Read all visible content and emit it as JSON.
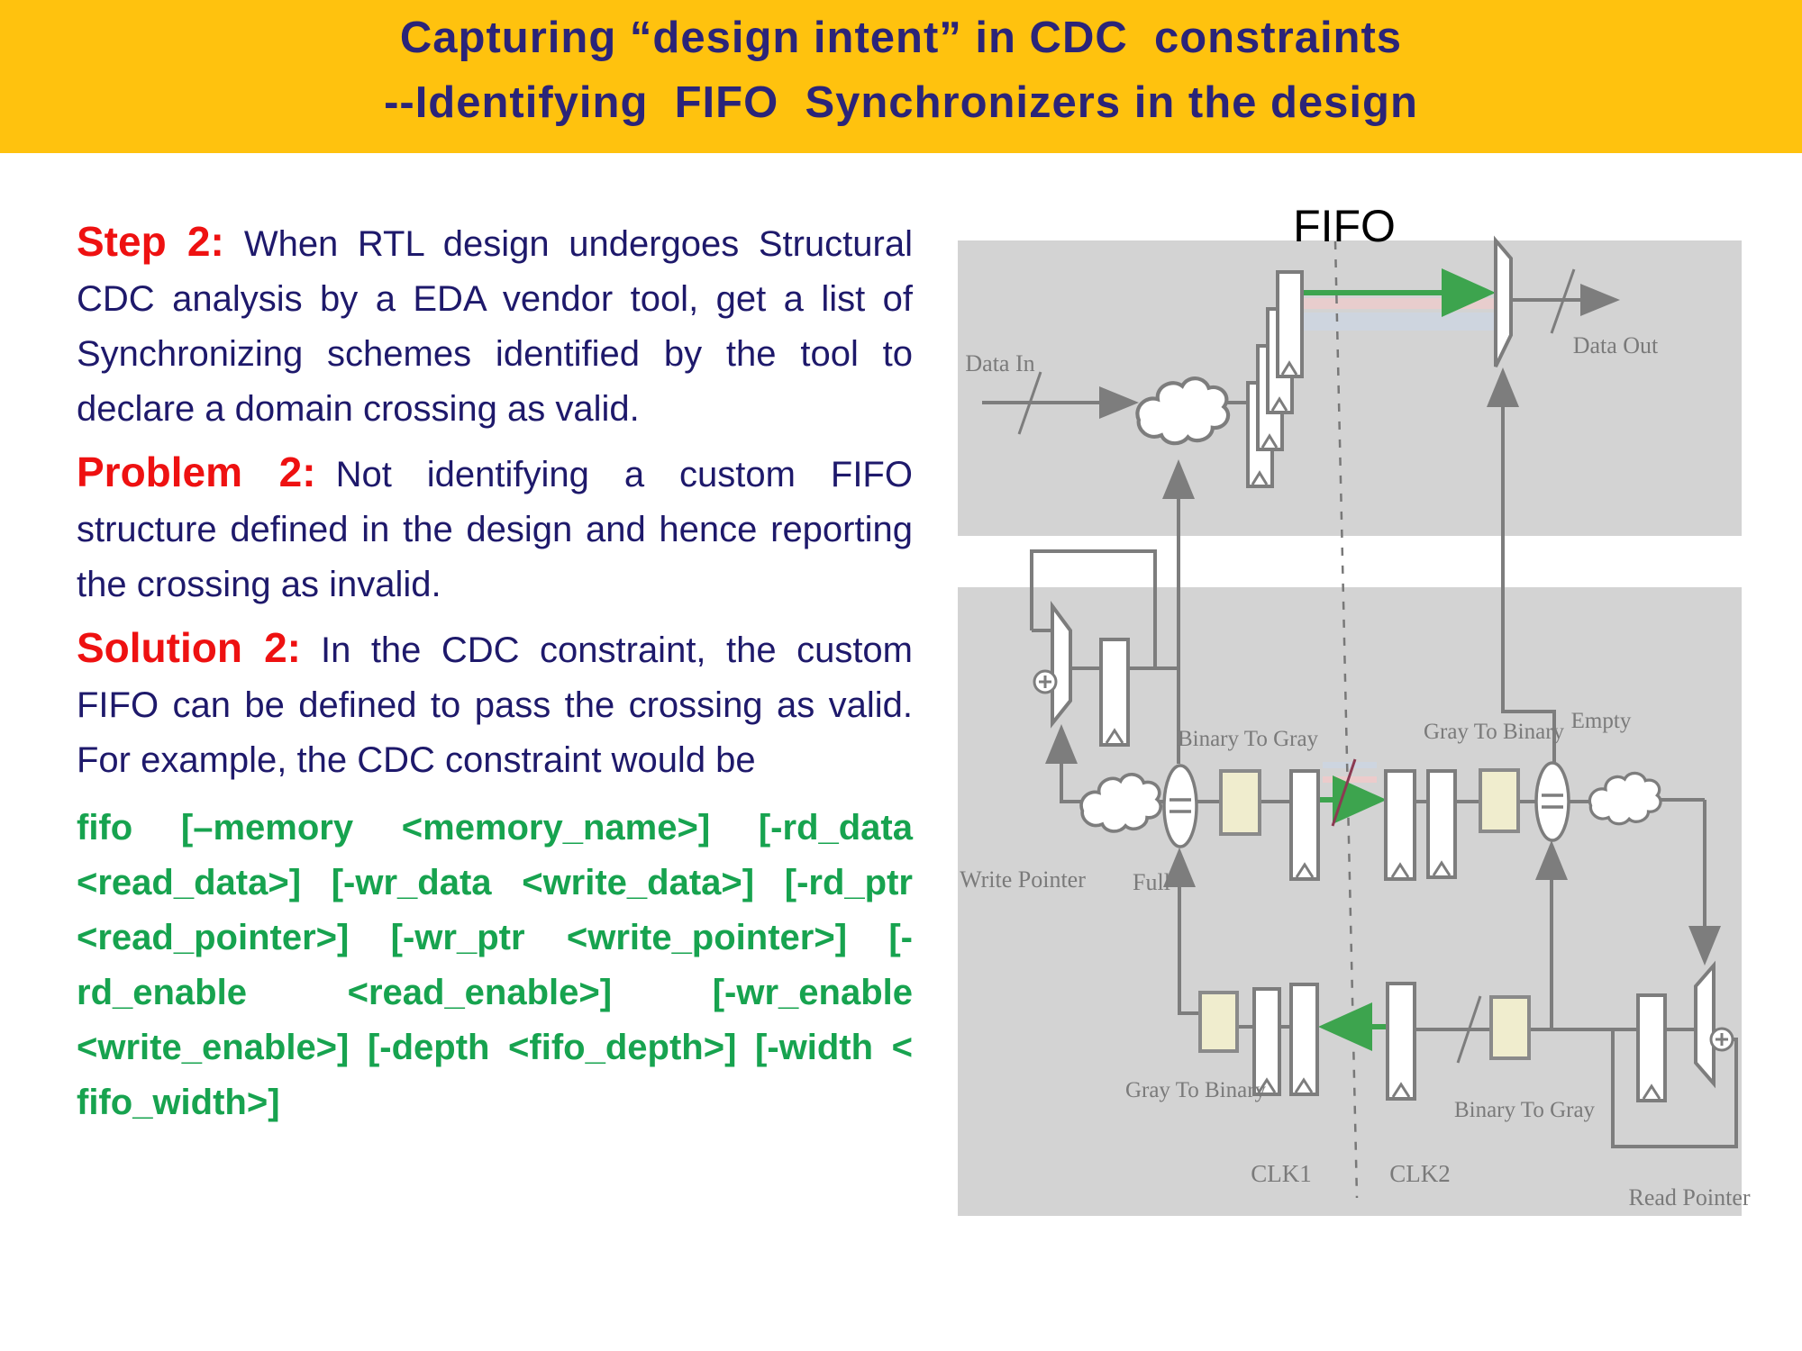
{
  "title": {
    "line1": "Capturing “design intent” in CDC  constraints",
    "line2": "--Identifying  FIFO  Synchronizers in the design"
  },
  "body": {
    "paragraphs": [
      {
        "head": "Step 2:",
        "text": "When RTL design undergoes Structural CDC analysis by a EDA vendor tool, get a list of Synchronizing schemes identified by the tool to declare a domain crossing as valid."
      },
      {
        "head": "Problem 2:",
        "text": "Not identifying a custom FIFO structure defined in the design and hence reporting the crossing as invalid."
      },
      {
        "head": "Solution 2:",
        "text": "In the CDC constraint, the custom FIFO can be defined to pass the crossing as valid. For example, the CDC constraint would be"
      }
    ],
    "code": "fifo [–memory <memory_name>] [-rd_data <read_data>] [-wr_data <write_data>] [-rd_ptr <read_pointer>] [-wr_ptr <write_pointer>] [-rd_enable <read_enable>] [-wr_enable <write_enable>] [-depth <fifo_depth>] [-width < fifo_width>]"
  },
  "diagram": {
    "title": "FIFO",
    "labels": {
      "data_in": "Data In",
      "data_out": "Data Out",
      "write_pointer": "Write Pointer",
      "full": "Full",
      "binary_to_gray_top": "Binary To Gray",
      "gray_to_binary_top": "Gray To Binary",
      "empty": "Empty",
      "gray_to_binary_bottom": "Gray To Binary",
      "binary_to_gray_bottom": "Binary To Gray",
      "clk1": "CLK1",
      "clk2": "CLK2",
      "read_pointer": "Read Pointer"
    }
  },
  "colors": {
    "banner_bg": "#FFC20E",
    "title_text": "#2B2478",
    "body_text": "#1E196B",
    "heading_red": "#EE1111",
    "code_green": "#17A34F",
    "diagram_bg": "#D3D3D3",
    "wire_gray": "#7d7d7d",
    "register_fill": "#FFFFFF",
    "converter_box_beige": "#F0EDCE",
    "green_arrow": "#3DA44E"
  }
}
